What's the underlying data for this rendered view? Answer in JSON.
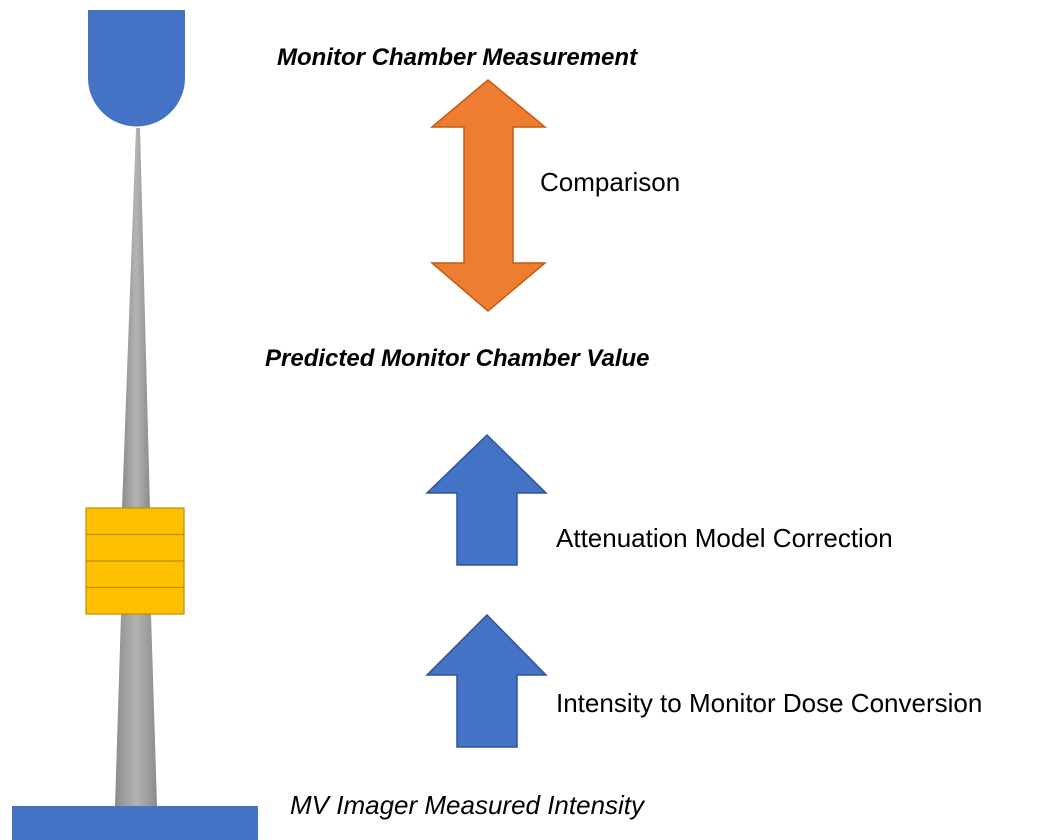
{
  "colors": {
    "source_blue": "#4472C4",
    "arrow_orange": "#ED7D31",
    "arrow_blue": "#4472C4",
    "attenuator_yellow": "#FFC000",
    "attenuator_border": "#BF9000",
    "beam_gray": "#A6A6A6",
    "imager_blue": "#4472C4"
  },
  "labels": {
    "monitor_chamber_measurement": "Monitor Chamber Measurement",
    "comparison": "Comparison",
    "predicted_monitor_chamber_value": "Predicted Monitor Chamber Value",
    "attenuation_model_correction": "Attenuation Model Correction",
    "intensity_to_monitor_dose_conversion": "Intensity to Monitor Dose Conversion",
    "mv_imager_measured_intensity": "MV Imager Measured Intensity"
  }
}
